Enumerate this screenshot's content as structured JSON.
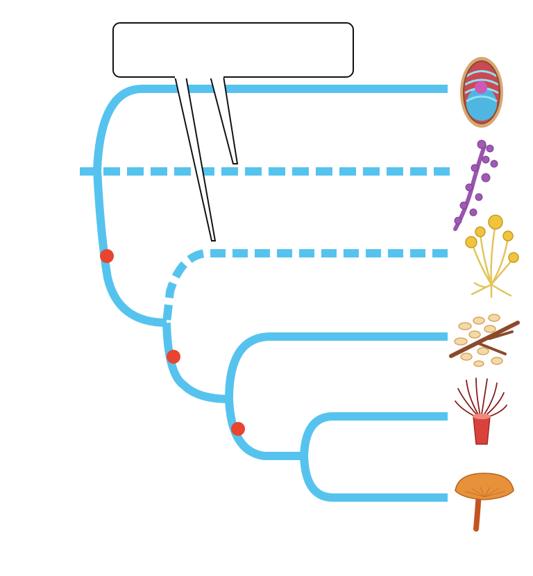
{
  "diagram": {
    "callout_text": "",
    "colors": {
      "branch": "#56c3ee",
      "node_marker": "#e8442f",
      "callout_stroke": "#111111",
      "background": "#ffffff"
    },
    "taxa_icons": [
      "organelle-icon",
      "purple-seaweed-icon",
      "yellow-sporangia-mold-icon",
      "branch-fungus-icon",
      "red-sea-anemone-icon",
      "orange-mushroom-icon"
    ],
    "branch_styles": [
      "solid",
      "dashed",
      "dashed",
      "solid",
      "solid",
      "solid"
    ]
  }
}
